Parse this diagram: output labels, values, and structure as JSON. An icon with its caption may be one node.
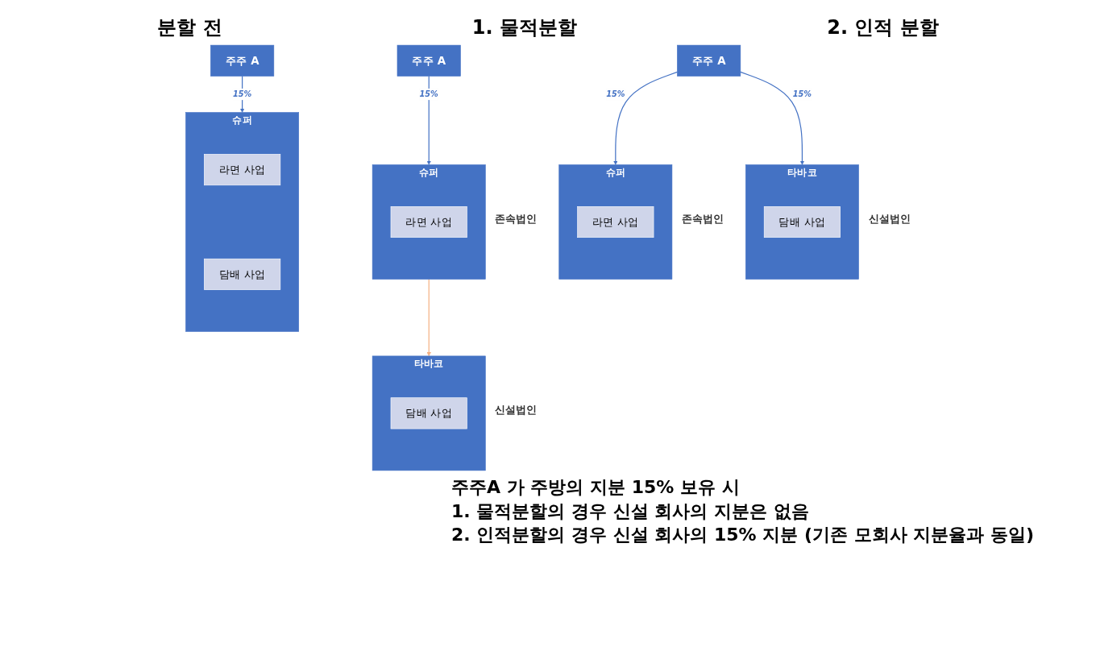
{
  "diagram": {
    "nodes": [
      {
        "text": [
          "주주 A"
        ]
      },
      {
        "text": [
          "슈퍼"
        ]
      },
      {
        "text": [
          "라면 사업"
        ],
        "in": 1
      },
      {
        "text": [
          "담배 사업"
        ],
        "in": 1
      },
      {
        "text": [
          "주주 A"
        ]
      },
      {
        "text": [
          "슈퍼"
        ],
        "beside": [
          "존속법인"
        ]
      },
      {
        "text": [
          "라면 사업"
        ],
        "in": 5
      },
      {
        "text": [
          "타바코"
        ],
        "beside": [
          "신설법인"
        ]
      },
      {
        "text": [
          "담배 사업"
        ],
        "in": 7
      },
      {
        "text": [
          "주주 A"
        ]
      },
      {
        "text": [
          "슈퍼"
        ],
        "beside": [
          "존속법인"
        ]
      },
      {
        "text": [
          "라면 사업"
        ],
        "in": 10
      },
      {
        "text": [
          "타바코"
        ],
        "beside": [
          "신설법인"
        ]
      },
      {
        "text": [
          "담배 사업"
        ],
        "in": 12
      }
    ],
    "edges": [
      {
        "from": 0,
        "to": 1,
        "label": "15%",
        "arrow": "to"
      },
      {
        "from": 4,
        "to": 5,
        "label": "15%",
        "arrow": "to"
      },
      {
        "from": 5,
        "to": 7,
        "arrow": "to",
        "color": "#f4b183"
      },
      {
        "from": 9,
        "to": 10,
        "label": "15%",
        "arrow": "to"
      },
      {
        "from": 9,
        "to": 12,
        "label": "15%",
        "arrow": "to"
      }
    ],
    "labels": [
      "분할 전",
      "1. 물적분할",
      "2. 인적 분할",
      "주주A 가 주방의 지분 15% 보유 시",
      "1. 물적분할의 경우 신설 회사의 지분은 없음",
      "2. 인적분할의 경우 신설 회사의 15% 지분 (기존 모회사 지분율과 동일)"
    ]
  }
}
